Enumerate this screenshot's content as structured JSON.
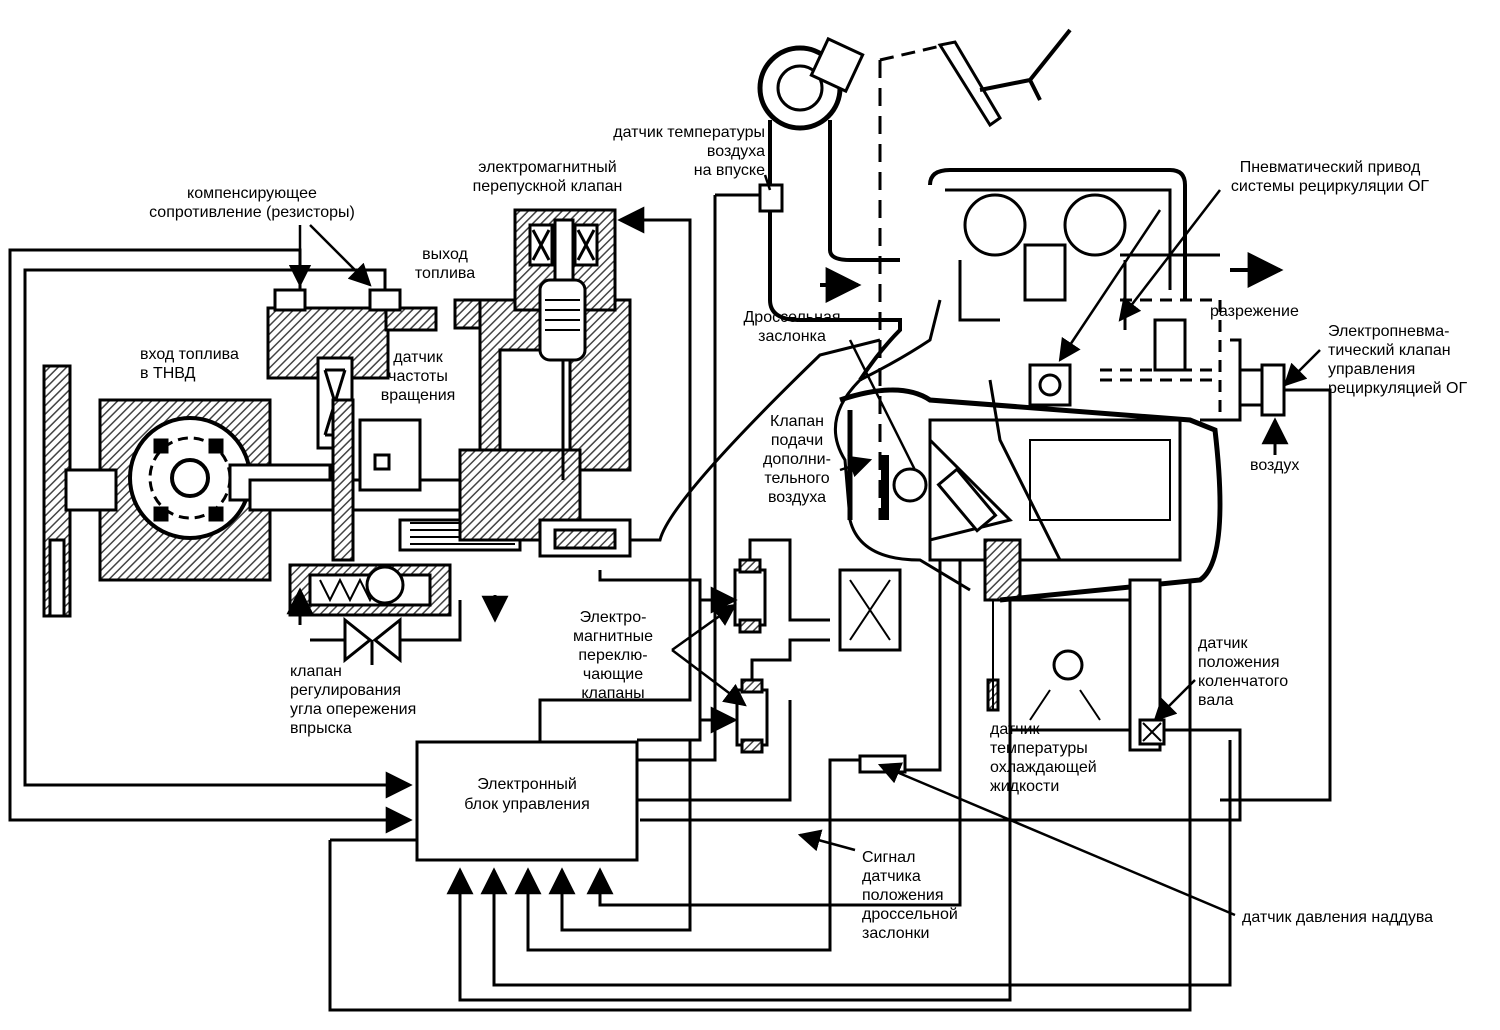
{
  "labels": {
    "resistors": "компенсирующее сопротивление (резисторы)",
    "fuel_out": "выход топлива",
    "solenoid_bypass": "электромагнитный перепускной клапан",
    "intake_temp_sensor": "датчик температуры воздуха на впуске",
    "egr_actuator": "Пневматический привод системы рециркуляции ОГ",
    "fuel_in": "вход топлива в ТНВД",
    "speed_sensor": "датчик частоты вращения",
    "throttle_valve": "Дроссельная заслонка",
    "vacuum": "разрежение",
    "egr_solenoid": "Электропневматический клапан управления рециркуляцией ОГ",
    "aux_air_valve": "Клапан подачи дополнительного воздуха",
    "air": "воздух",
    "switching_valves": "Электромагнитные переключающие клапаны",
    "timing_valve": "клапан регулирования угла опережения впрыска",
    "crank_sensor": "датчик положения коленчатого вала",
    "coolant_sensor": "датчик температуры охлаждающей жидкости",
    "ecu": "Электронный блок управления",
    "throttle_position_signal": "Сигнал датчика положения дроссельной заслонки",
    "boost_sensor": "датчик давления наддува"
  },
  "lines": {
    "resistors": [
      "компенсирующее",
      "сопротивление (резисторы)"
    ],
    "fuel_out": [
      "выход",
      "топлива"
    ],
    "solenoid_bypass": [
      "электромагнитный",
      "перепускной  клапан"
    ],
    "intake_temp_sensor": [
      "датчик температуры",
      "воздуха",
      "на впуске"
    ],
    "egr_actuator": [
      "Пневматический привод",
      "системы рециркуляции ОГ"
    ],
    "fuel_in": [
      "вход топлива",
      "в ТНВД"
    ],
    "speed_sensor": [
      "датчик",
      "частоты",
      "вращения"
    ],
    "throttle_valve": [
      "Дроссельная",
      "заслонка"
    ],
    "vacuum": [
      "разрежение"
    ],
    "egr_solenoid": [
      "Электропневма-",
      "тический клапан",
      "управления",
      "рециркуляцией ОГ"
    ],
    "aux_air_valve": [
      "Клапан",
      "подачи",
      "дополни-",
      "тельного",
      "воздуха"
    ],
    "air": [
      "воздух"
    ],
    "switching_valves": [
      "Электро-",
      "магнитные",
      "переклю-",
      "чающие",
      "клапаны"
    ],
    "timing_valve": [
      "клапан",
      "регулирования",
      "угла опережения",
      "впрыска"
    ],
    "crank_sensor": [
      "датчик",
      "положения",
      "коленчатого",
      "вала"
    ],
    "coolant_sensor": [
      "датчик",
      "температуры",
      "охлаждающей",
      "жидкости"
    ],
    "ecu": [
      "Электронный",
      "блок управления"
    ],
    "throttle_position_signal": [
      "Сигнал",
      "датчика",
      "положения",
      "дроссельной",
      "заслонки"
    ],
    "boost_sensor": [
      "датчик давления наддува"
    ]
  },
  "colors": {
    "ink": "#000000",
    "hatch": "#444444",
    "paper": "#ffffff"
  }
}
